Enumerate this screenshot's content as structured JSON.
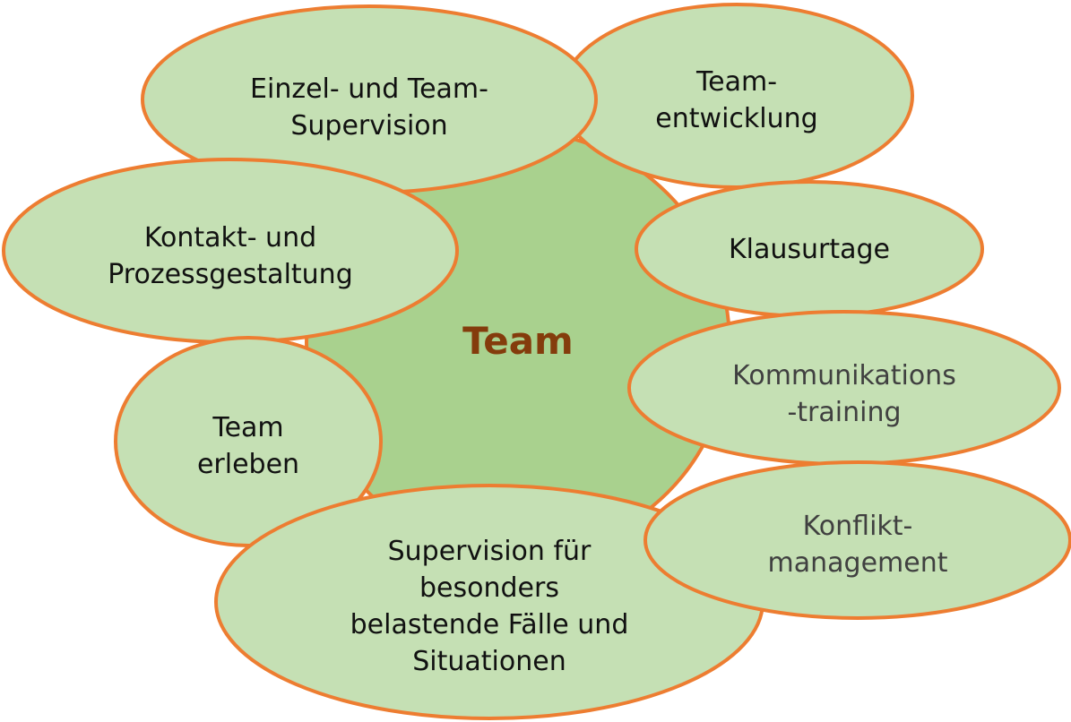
{
  "colors": {
    "background": "#ffffff",
    "center_fill": "#a9d18e",
    "node_fill": "#c5e0b4",
    "outline": "#ed7d31",
    "center_text": "#843c0c",
    "text_dark": "#111111",
    "text_gray": "#404040"
  },
  "center": {
    "label": "Team"
  },
  "nodes": [
    {
      "id": "team-entwicklung",
      "lines": [
        "Team-",
        "entwicklung"
      ]
    },
    {
      "id": "einzel-team-supervision",
      "lines": [
        "Einzel- und Team-",
        "Supervision"
      ]
    },
    {
      "id": "kontakt-prozessgestaltung",
      "lines": [
        "Kontakt- und",
        "Prozessgestaltung"
      ]
    },
    {
      "id": "klausurtage",
      "lines": [
        "Klausurtage"
      ]
    },
    {
      "id": "team-erleben",
      "lines": [
        "Team",
        "erleben"
      ]
    },
    {
      "id": "kommunikationstraining",
      "lines": [
        "Kommunikations",
        "-training"
      ]
    },
    {
      "id": "supervision-belastende-faelle",
      "lines": [
        "Supervision für",
        "besonders",
        "belastende Fälle und",
        "Situationen"
      ]
    },
    {
      "id": "konfliktmanagement",
      "lines": [
        "Konflikt-",
        "management"
      ]
    }
  ]
}
